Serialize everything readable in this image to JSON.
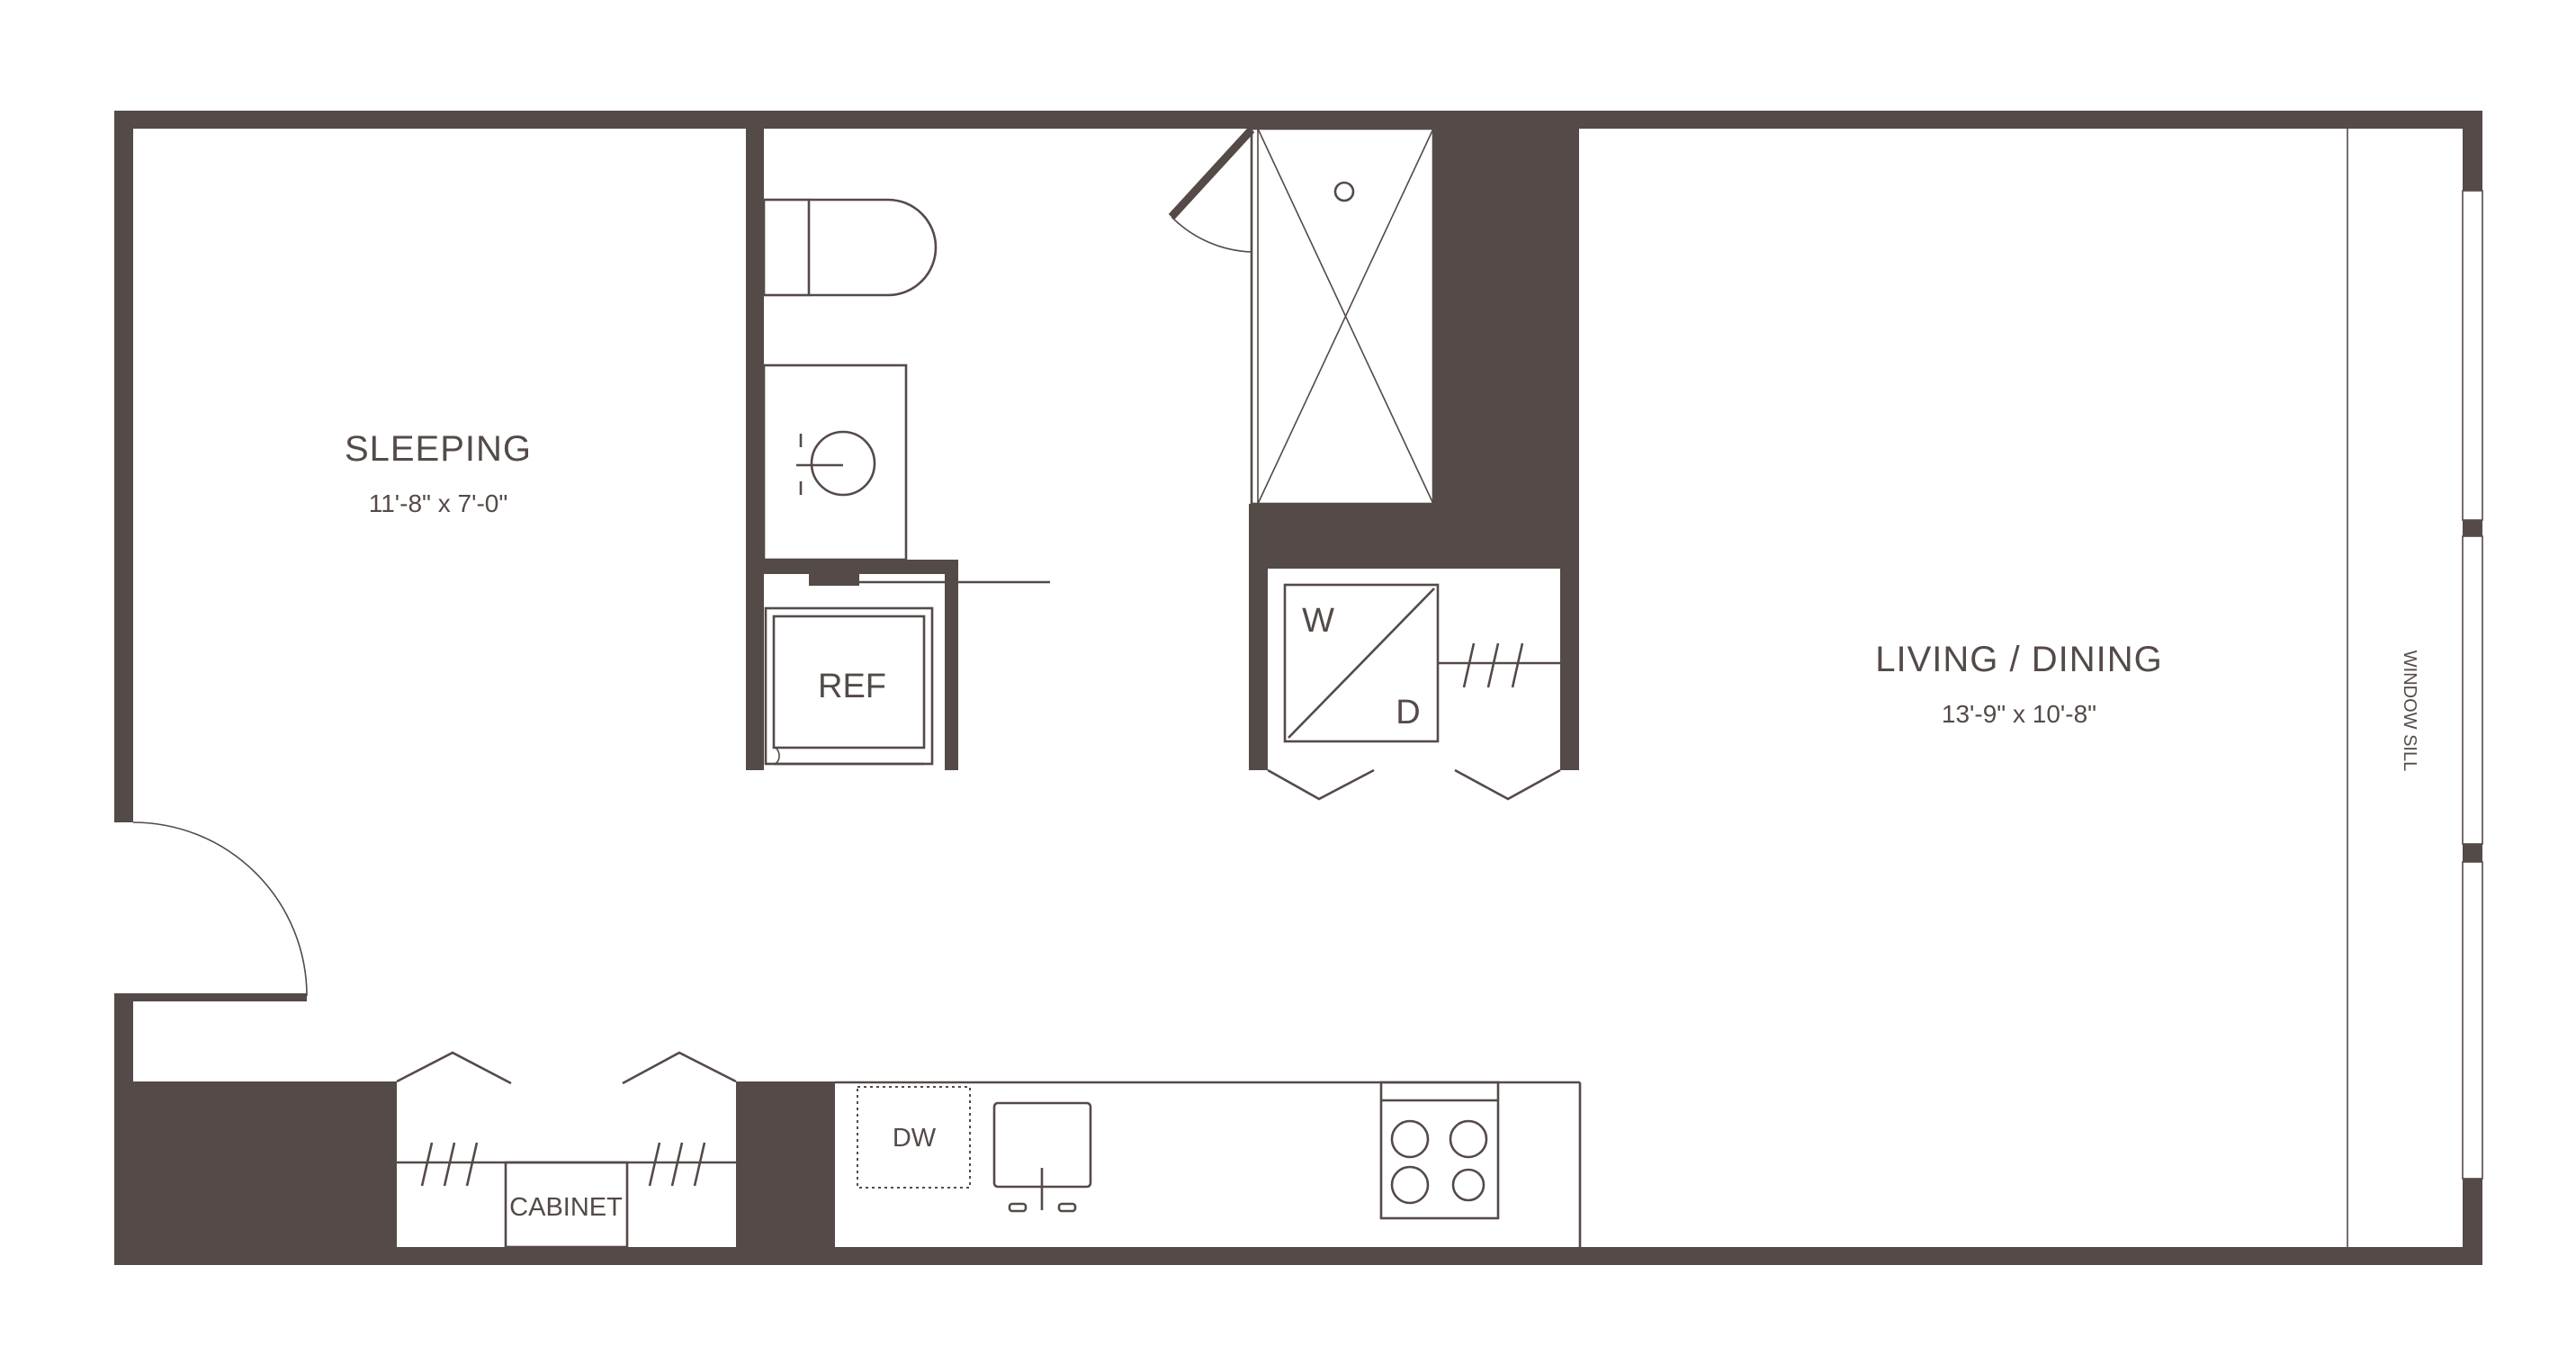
{
  "rooms": {
    "sleeping": {
      "name": "SLEEPING",
      "dims": "11'-8\" x 7'-0\""
    },
    "living": {
      "name": "LIVING / DINING",
      "dims": "13'-9\" x 10'-8\""
    }
  },
  "labels": {
    "ref": "REF",
    "washer": "W",
    "dryer": "D",
    "dishwasher": "DW",
    "cabinet": "CABINET",
    "window_sill": "WINDOW SILL"
  },
  "colors": {
    "wall": "#544a47",
    "background": "#ffffff"
  }
}
